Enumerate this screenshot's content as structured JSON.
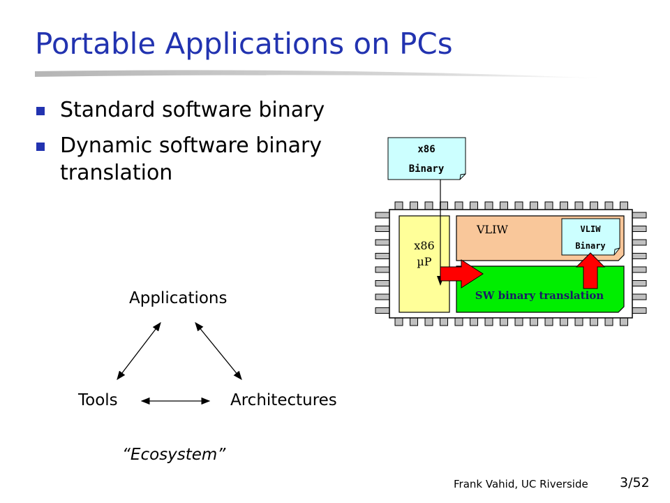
{
  "slide": {
    "title": "Portable Applications on PCs",
    "bullets": [
      "Standard software binary",
      "Dynamic software binary translation"
    ]
  },
  "ecosystem": {
    "applications_label": "Applications",
    "tools_label": "Tools",
    "architectures_label": "Architectures",
    "caption": "“Ecosystem”"
  },
  "chip_diagram": {
    "x86_binary_line1": "x86",
    "x86_binary_line2": "Binary",
    "x86_up_line1": "x86",
    "x86_up_line2": "µP",
    "vliw_label": "VLIW",
    "vliw_binary_line1": "VLIW",
    "vliw_binary_line2": "Binary",
    "sw_translation_label": "SW binary translation"
  },
  "footer": {
    "author": "Frank Vahid, UC Riverside",
    "page": "3/52"
  },
  "colors": {
    "title": "#2233b0",
    "binary_doc": "#ccffff",
    "x86_core": "#ffff99",
    "vliw_core": "#f9c79a",
    "translation_block": "#00ee00",
    "arrow_red": "#ff0000"
  }
}
